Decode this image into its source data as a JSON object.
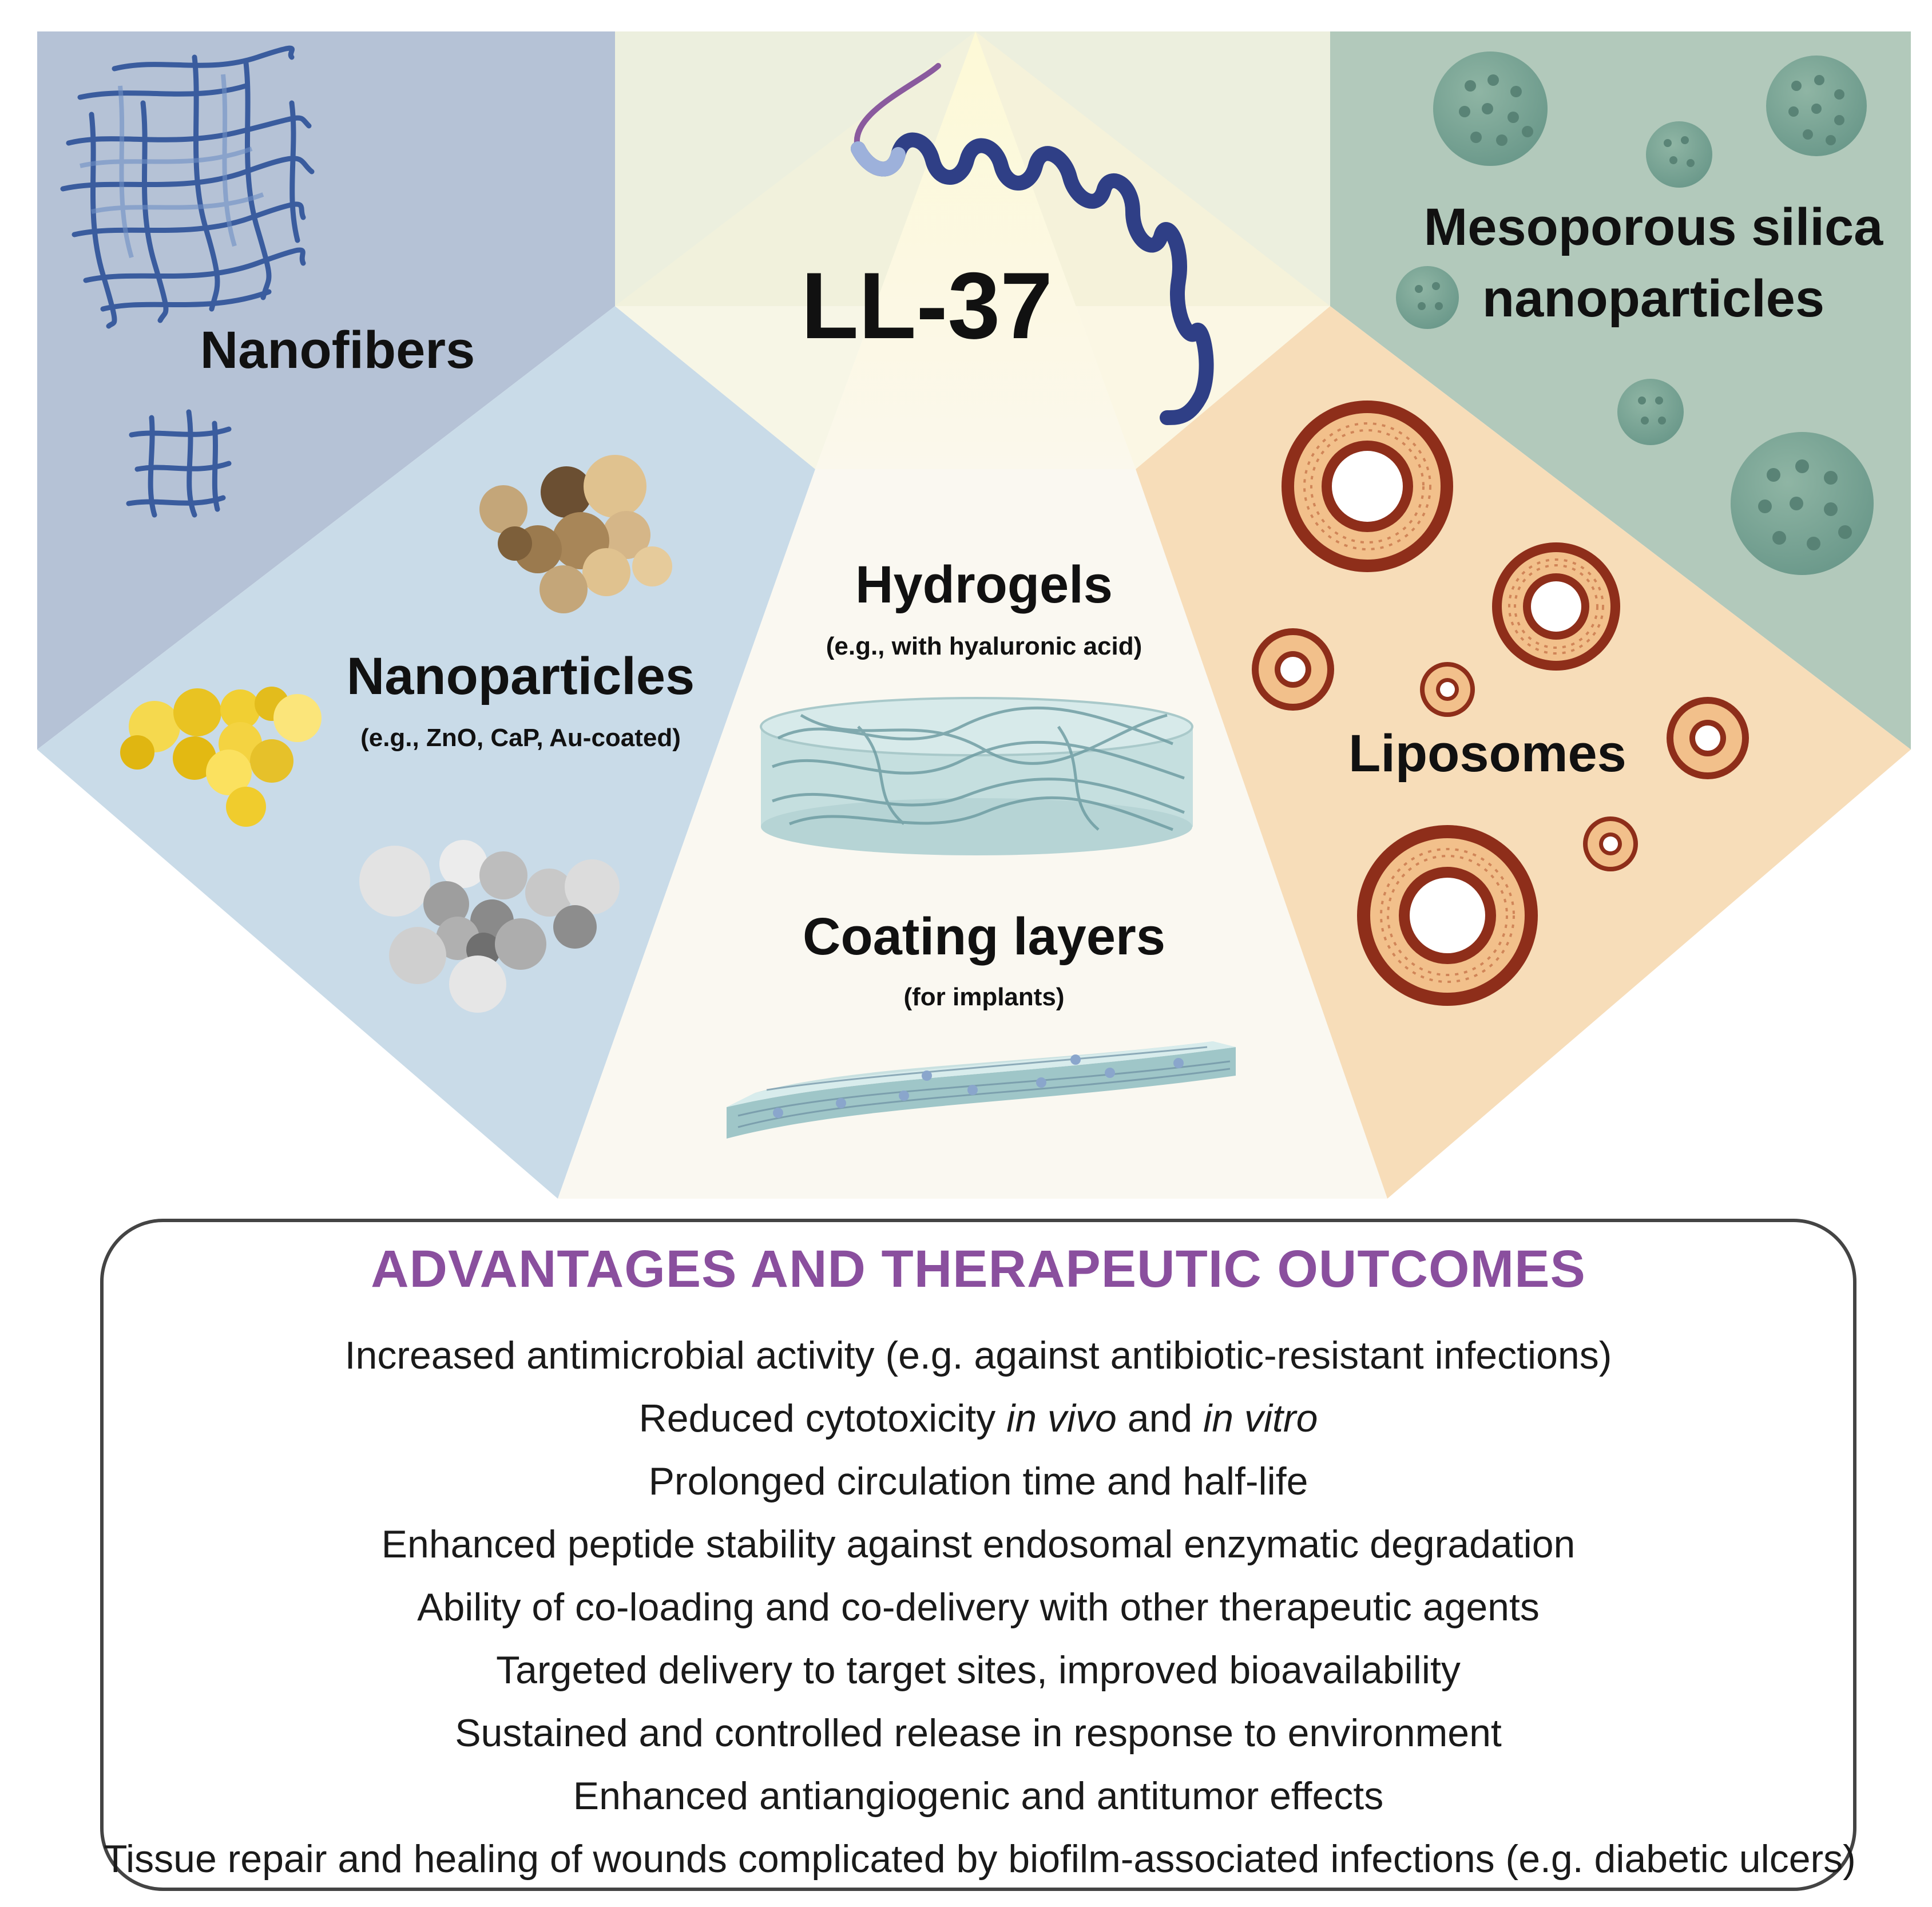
{
  "center": {
    "title": "LL-37"
  },
  "panels": {
    "nanofibers": {
      "label": "Nanofibers"
    },
    "mesoporous": {
      "label_line1": "Mesoporous silica",
      "label_line2": "nanoparticles"
    },
    "nanoparticles": {
      "label": "Nanoparticles",
      "sublabel": "(e.g., ZnO, CaP, Au-coated)"
    },
    "hydrogels": {
      "label": "Hydrogels",
      "sublabel": "(e.g., with hyaluronic acid)"
    },
    "coating": {
      "label": "Coating layers",
      "sublabel": "(for implants)"
    },
    "liposomes": {
      "label": "Liposomes"
    }
  },
  "outcomes": {
    "title": "ADVANTAGES AND THERAPEUTIC OUTCOMES",
    "items": [
      "Increased antimicrobial activity (e.g. against antibiotic-resistant infections)",
      {
        "pre": "Reduced cytotoxicity ",
        "em1": "in vivo",
        "mid": " and ",
        "em2": "in vitro"
      },
      "Prolonged circulation time and half-life",
      "Enhanced peptide stability against endosomal enzymatic degradation",
      "Ability of co-loading and co-delivery with other therapeutic agents",
      "Targeted delivery to target sites, improved bioavailability",
      "Sustained and controlled release in response to environment",
      "Enhanced antiangiogenic and antitumor effects",
      "Tissue repair and healing of wounds complicated by biofilm-associated infections (e.g. diabetic ulcers)"
    ]
  },
  "colors": {
    "nanofibers_bg": "#b5c2d6",
    "nanoparticles_bg": "#c9dbe8",
    "center_top_bg": "#ecefde",
    "center_beam": "#fbf7dc",
    "center_bottom_bg": "#faf8f1",
    "mesoporous_bg": "#b2c9bb",
    "liposomes_bg": "#f7ddb9",
    "title_purple": "#8a4f9e"
  }
}
